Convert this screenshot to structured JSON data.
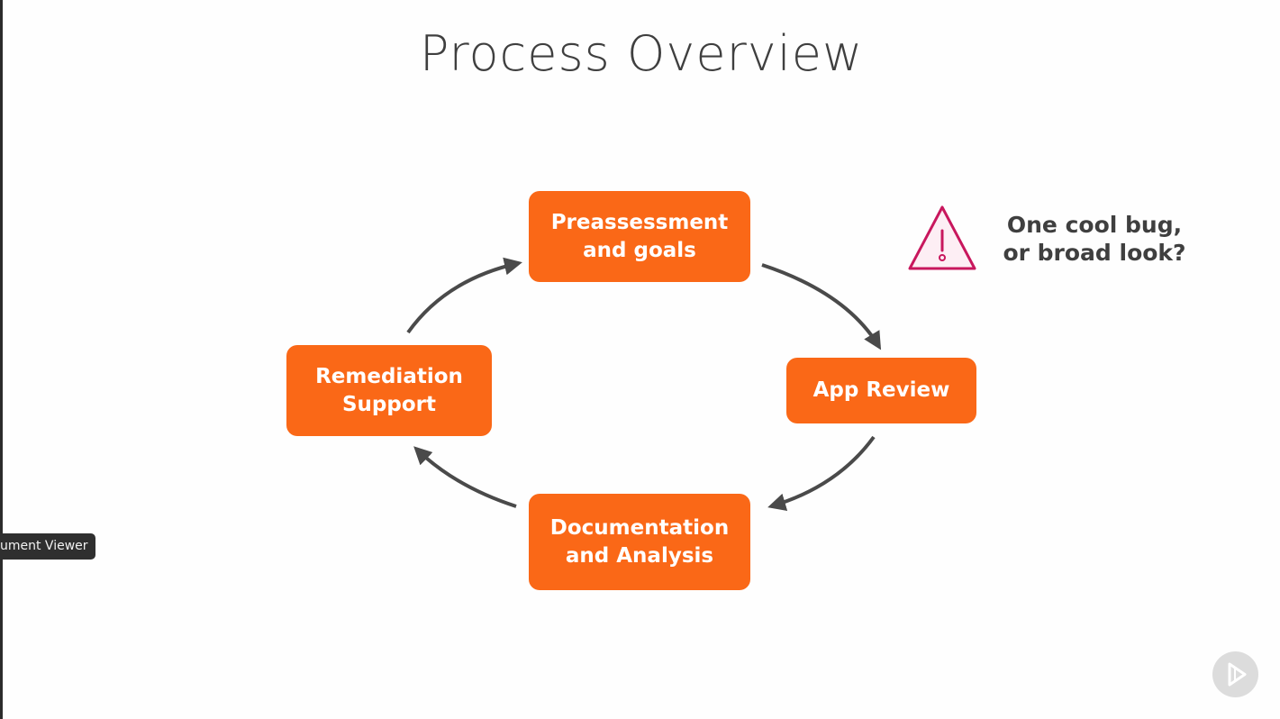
{
  "slide": {
    "title": "Process Overview",
    "steps": [
      {
        "label": "Preassessment\nand goals"
      },
      {
        "label": "App Review"
      },
      {
        "label": "Documentation\nand Analysis"
      },
      {
        "label": "Remediation\nSupport"
      }
    ],
    "note": "One cool bug,\nor broad look?",
    "note_icon": "warning-triangle-icon",
    "colors": {
      "step_fill": "#fa6817",
      "step_text": "#ffffff",
      "arrow": "#4a4a4a",
      "warning": "#c8175d",
      "title_text": "#3f3f3f"
    }
  },
  "overlay": {
    "tooltip": "ument Viewer",
    "player_icon": "play-logo-icon"
  }
}
